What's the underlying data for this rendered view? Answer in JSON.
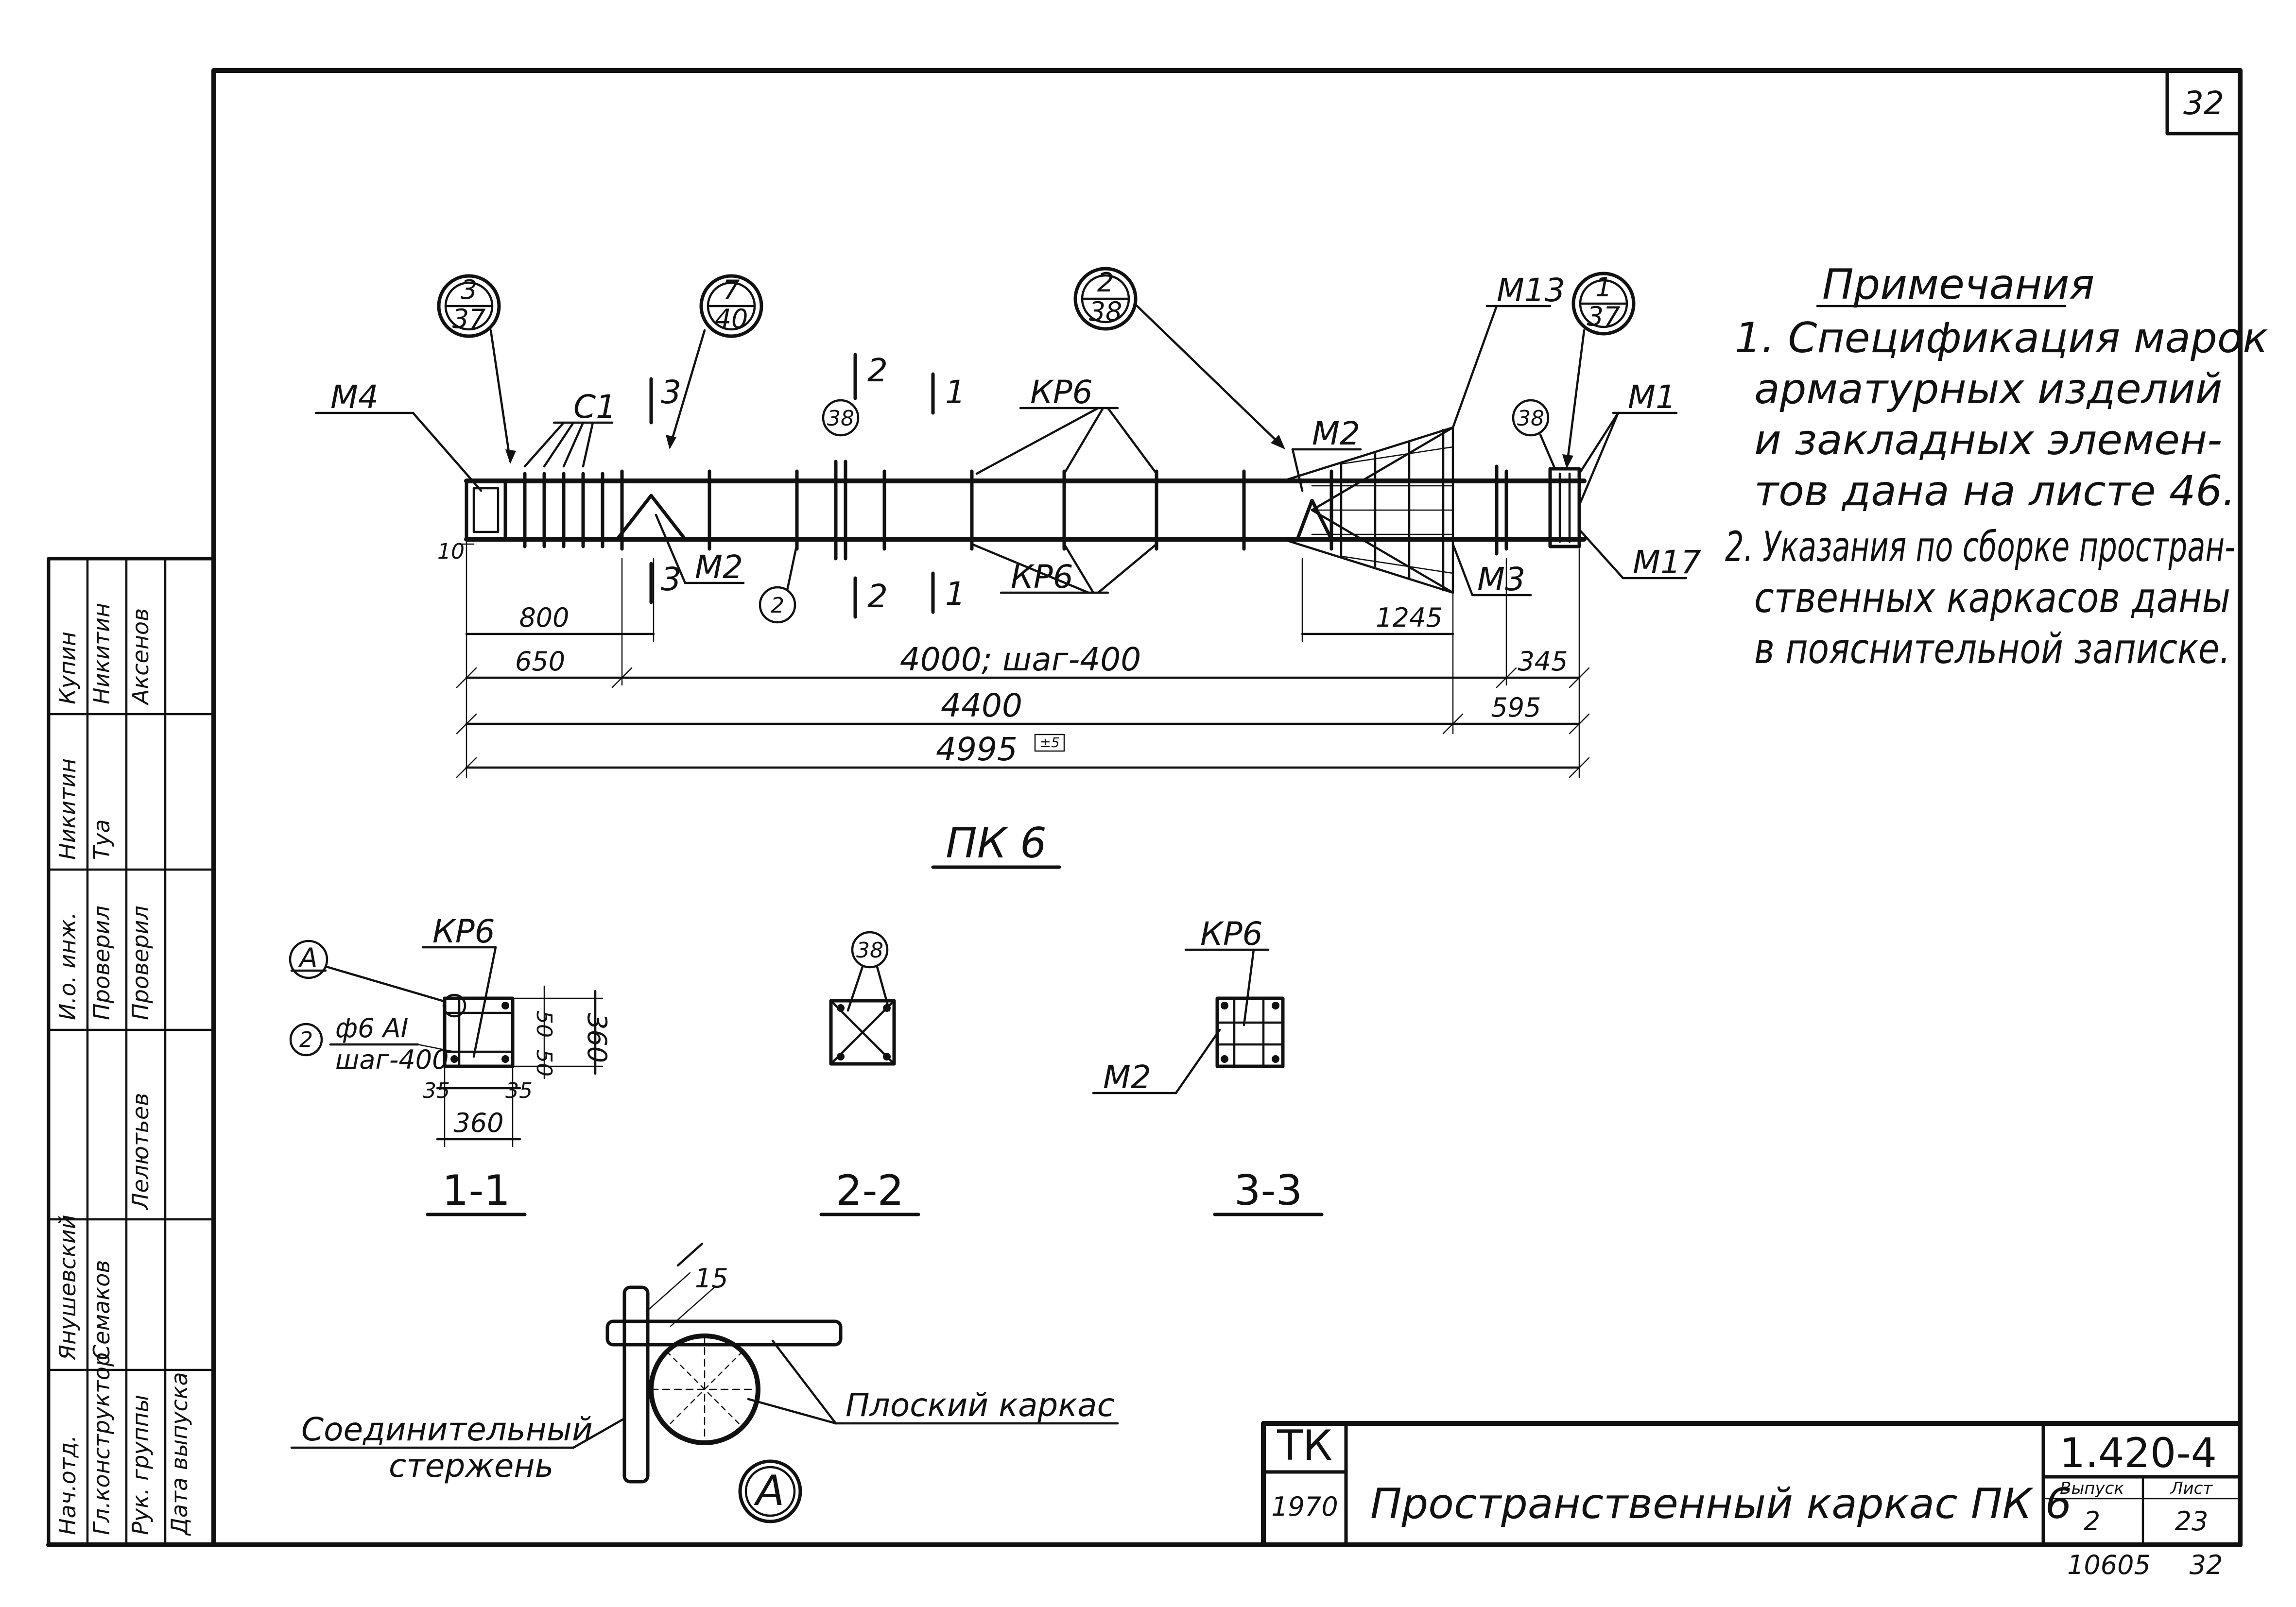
{
  "sheet": {
    "number": "32"
  },
  "notes": {
    "title": "Примечания",
    "lines": [
      "1. Спецификация   марок",
      "арматурных   изделий",
      "и закладных   элемен-",
      "тов   дана   на листе 46.",
      "2. Указания по сборке простран-",
      "ственных каркасов  даны",
      "в пояснительной записке."
    ]
  },
  "elevation": {
    "bubbles": [
      {
        "top": "3",
        "bottom": "37"
      },
      {
        "top": "7",
        "bottom": "40"
      },
      {
        "top": "2",
        "bottom": "38"
      },
      {
        "top": "1",
        "bottom": "37"
      }
    ],
    "labels": {
      "m4": "М4",
      "c1": "С1",
      "m2_top": "М2",
      "m2_bottom": "М2",
      "kr6_top": "КР6",
      "kr6_bottom": "КР6",
      "m13": "М13",
      "m1": "М1",
      "m17": "М17",
      "m3": "М3",
      "pos38": "38",
      "pos2": "2",
      "cut1": "1",
      "cut2": "2",
      "cut3": "3"
    },
    "dims": {
      "d10": "10",
      "d800": "800",
      "d650": "650",
      "d4000": "4000; шаг-400",
      "d1245": "1245",
      "d345": "345",
      "d4400": "4400",
      "d595": "595",
      "d4995": "4995",
      "d4995_mark": "±5"
    },
    "caption": "ПК 6"
  },
  "sections": {
    "s11": {
      "caption": "1-1",
      "kr": "КР6",
      "marker": "А",
      "pos": "2",
      "rod_top": "ф6 АI",
      "rod_bottom": "шаг-400",
      "d50a": "50",
      "d50b": "50",
      "d360v": "360",
      "d35a": "35",
      "d35b": "35",
      "d360h": "360"
    },
    "s22": {
      "caption": "2-2",
      "pos": "38"
    },
    "s33": {
      "caption": "3-3",
      "kr": "КР6",
      "m2": "М2"
    }
  },
  "detail": {
    "dim15": "15",
    "label_connector_1": "Соединительный",
    "label_connector_2": "стержень",
    "label_flat_frame": "Плоский каркас",
    "marker": "А"
  },
  "side_stamp": {
    "cols": [
      [
        "Нач.отд.",
        "Гл.конструктор"
      ],
      [
        "Янушевский",
        "Семаков"
      ],
      [
        "И.о. инж.",
        "Проверил"
      ],
      [
        "Никитин",
        "Туа"
      ],
      [
        "Купин",
        "Никитин"
      ],
      [
        "Рук. группы",
        "Дата выпуска"
      ],
      [
        "",
        "Лелютьев"
      ],
      [
        "Проверил",
        ""
      ],
      [
        "Аксенов",
        ""
      ]
    ]
  },
  "title_block": {
    "org": "ТК",
    "year": "1970",
    "title": "Пространственный каркас ПК 6",
    "code": "1.420-4",
    "issue_label": "Выпуск",
    "sheet_label": "Лист",
    "issue": "2",
    "sheet": "23",
    "archive": "10605",
    "page": "32"
  }
}
